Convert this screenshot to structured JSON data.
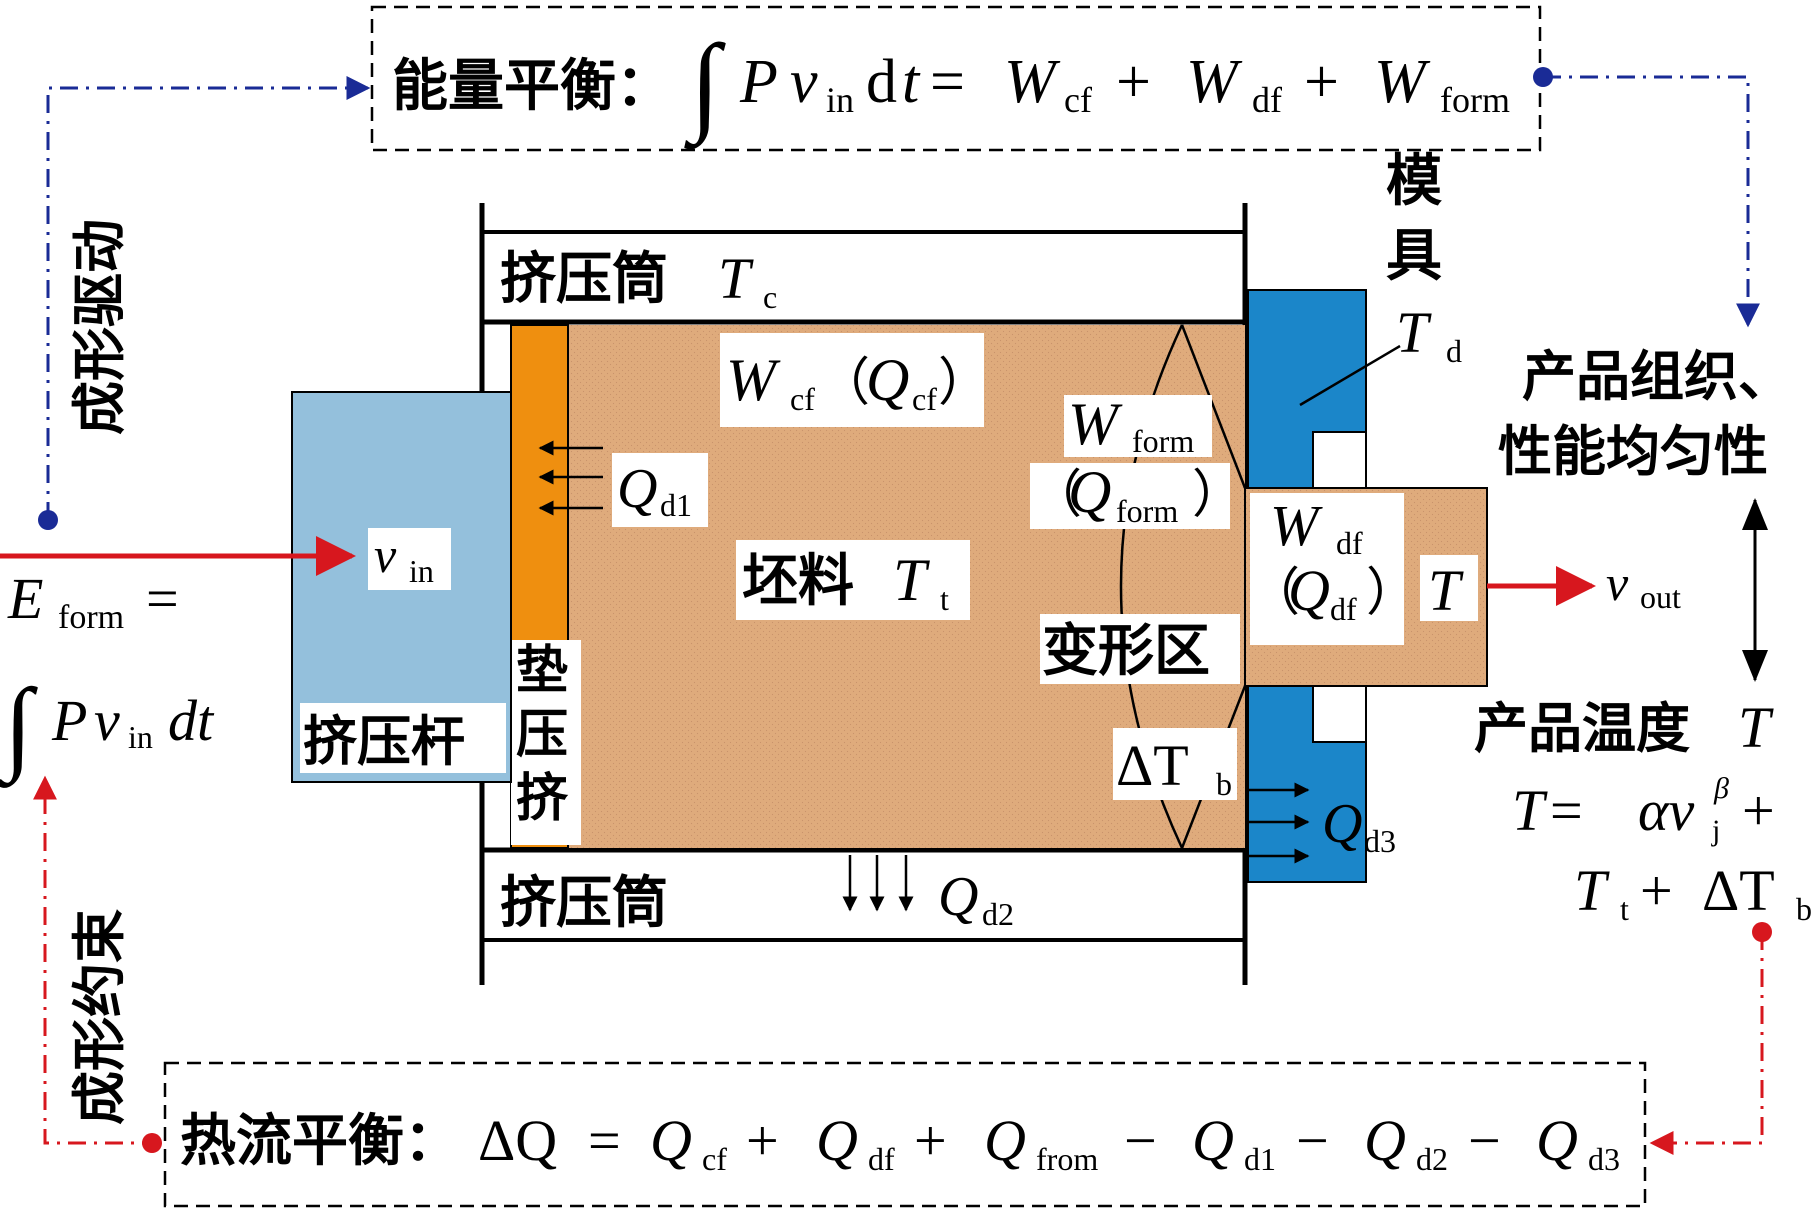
{
  "energy_balance": {
    "label": "能量平衡：",
    "integral": "∫",
    "P": "P",
    "v": "v",
    "in": "in",
    "dt_d": "d",
    "dt_t": "t",
    "eq": "=",
    "W": "W",
    "cf": "cf",
    "plus": "+",
    "df": "df",
    "form": "form"
  },
  "heat_balance": {
    "label": "热流平衡：",
    "delta": "ΔQ",
    "eq": "=",
    "Q": "Q",
    "cf": "cf",
    "df": "df",
    "from": "from",
    "d1": "d1",
    "d2": "d2",
    "d3": "d3",
    "plus": "+",
    "minus": "−"
  },
  "left": {
    "drive": "成形驱动",
    "constraint": "成形约束",
    "E": "E",
    "form": "form",
    "eq": "=",
    "integral": "∫",
    "P": "P",
    "v": "v",
    "in": "in",
    "dt": "dt"
  },
  "components": {
    "container_top": "挤压筒",
    "container_top_T": "T",
    "container_top_sub": "c",
    "container_bottom": "挤压筒",
    "ram": "挤压杆",
    "ram_v": "v",
    "ram_in": "in",
    "dummy_block": [
      "挤",
      "压",
      "垫"
    ],
    "billet": "坯料",
    "billet_T": "T",
    "billet_sub": "t",
    "deformation_zone": "变形区",
    "die": [
      "模",
      "具"
    ],
    "die_T": "T",
    "die_sub": "d"
  },
  "labels": {
    "W": "W",
    "Q": "Q",
    "cf": "cf",
    "form": "form",
    "df": "df",
    "lp": "（",
    "rp": "）",
    "d1": "d1",
    "d2": "d2",
    "d3": "d3",
    "delta_T": "ΔT",
    "b": "b",
    "T": "T",
    "v": "v",
    "out": "out"
  },
  "right": {
    "uniformity_line1": "产品组织、",
    "uniformity_line2": "性能均匀性",
    "temperature": "产品温度",
    "temperature_T": "T",
    "eq_T": "T",
    "eq": "=",
    "alpha": "αv",
    "j": "j",
    "beta": "β",
    "plus": "+",
    "Tt_T": "T",
    "Tt_t": "t",
    "plus2": "+",
    "dT": "ΔT",
    "b": "b"
  },
  "colors": {
    "billet": "#dfab7c",
    "ram": "#94c0dc",
    "dummy_block": "#ef8f0f",
    "die": "#1b86c9",
    "blue_line": "#1a2b96",
    "red_line": "#d7171e"
  }
}
